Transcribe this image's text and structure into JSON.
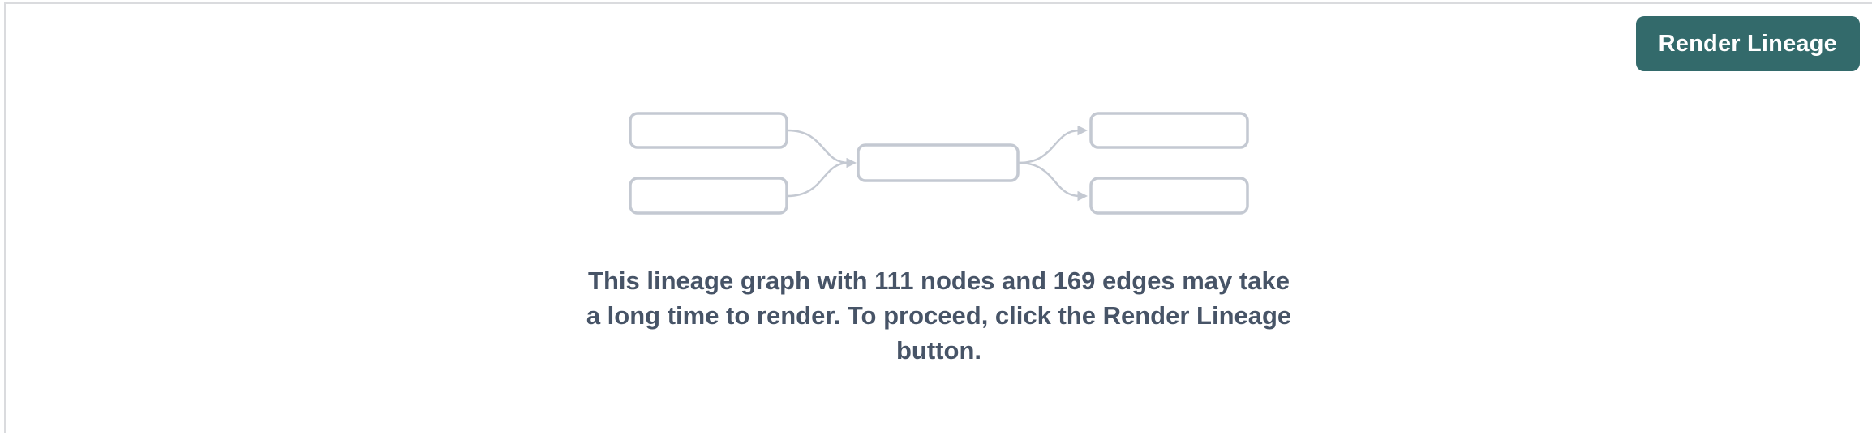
{
  "toolbar": {
    "render_button_label": "Render Lineage"
  },
  "empty_state": {
    "message": "This lineage graph with 111 nodes and 169 edges may take a long time to render. To proceed, click the Render Lineage button.",
    "message_lines": [
      "This lineage graph with 111 nodes and 169 edges may take",
      "a long time to render. To proceed, click the Render Lineage",
      "button."
    ],
    "stats": {
      "nodes": 111,
      "edges": 169
    }
  },
  "colors": {
    "accent_teal": "#336A6B",
    "diagram_gray": "#C4C9D2",
    "message_text": "#475467",
    "pane_border": "#DADBDE"
  }
}
